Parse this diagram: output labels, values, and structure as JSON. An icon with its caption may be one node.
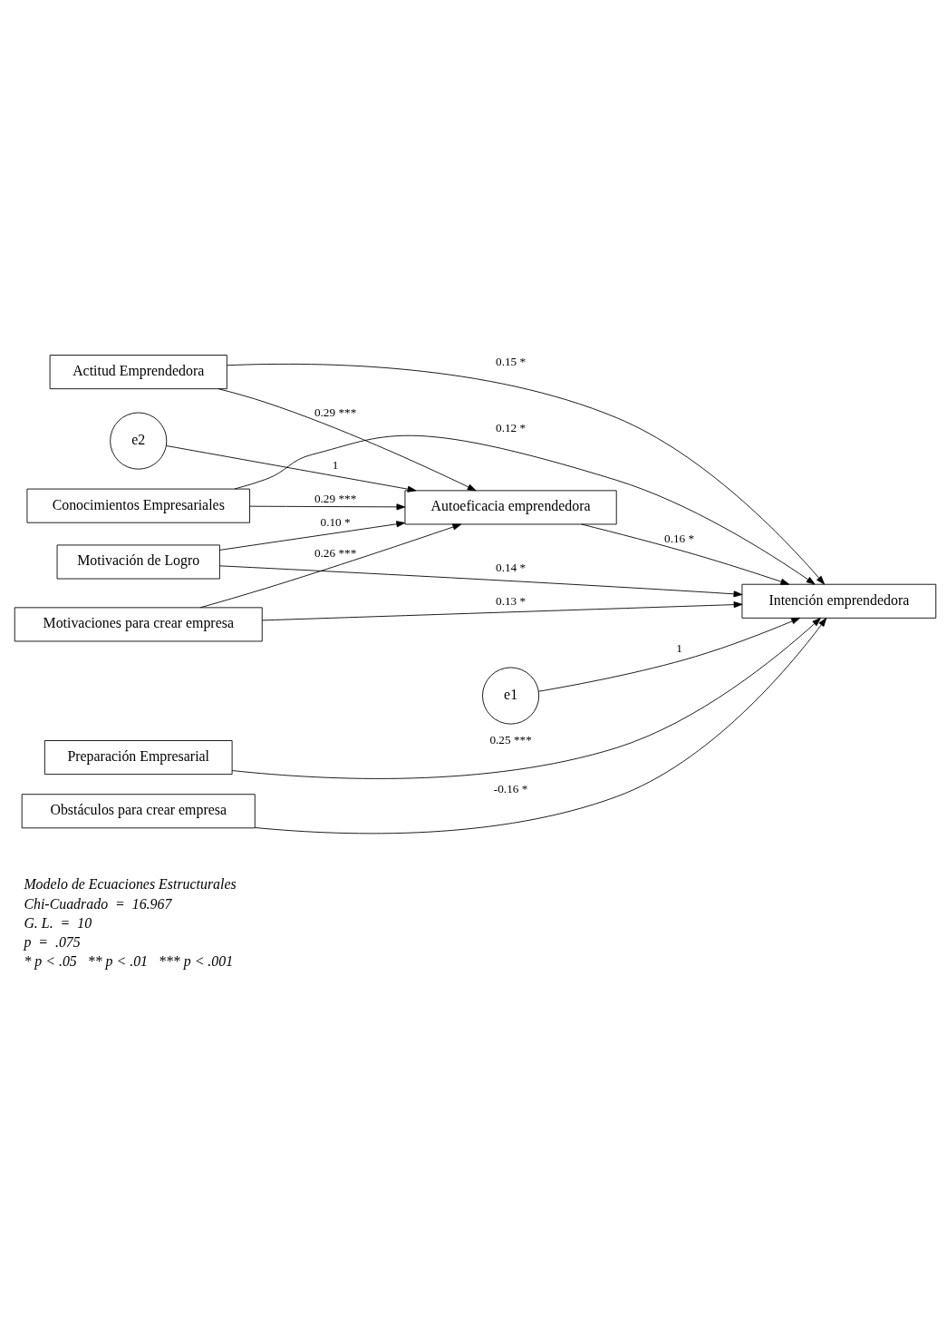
{
  "diagram": {
    "nodes": [
      {
        "text": [
          "e2"
        ]
      },
      {
        "text": [
          "Actitud Emprendedora"
        ]
      },
      {
        "text": [
          "Autoeficacia emprendedora"
        ]
      },
      {
        "text": [
          "Conocimientos Empresariales"
        ]
      },
      {
        "text": [
          "Motivaciones para crear empresa"
        ]
      },
      {
        "text": [
          "Motivación de Logro"
        ]
      },
      {
        "text": [
          "e1"
        ]
      },
      {
        "text": [
          "Intención emprendedora"
        ]
      },
      {
        "text": [
          "Preparación Empresarial"
        ]
      },
      {
        "text": [
          "Obstáculos para crear empresa"
        ]
      }
    ],
    "edges": [
      {
        "from": 0,
        "to": 2,
        "arrow": "to",
        "label": "1"
      },
      {
        "from": 1,
        "to": 2,
        "arrow": "to",
        "label": "0.29 ***"
      },
      {
        "from": 3,
        "to": 2,
        "arrow": "to",
        "label": "0.29 ***"
      },
      {
        "from": 4,
        "to": 2,
        "arrow": "to",
        "label": "0.26 ***"
      },
      {
        "from": 5,
        "to": 2,
        "arrow": "to",
        "label": "0.10 *"
      },
      {
        "from": 1,
        "to": 7,
        "arrow": "to",
        "label": "0.15 *"
      },
      {
        "from": 3,
        "to": 7,
        "arrow": "to",
        "label": "0.12 *"
      },
      {
        "from": 4,
        "to": 7,
        "arrow": "to",
        "label": "0.13 *"
      },
      {
        "from": 5,
        "to": 7,
        "arrow": "to",
        "label": "0.14 *"
      },
      {
        "from": 8,
        "to": 7,
        "arrow": "to",
        "label": "0.25 ***"
      },
      {
        "from": 9,
        "to": 7,
        "arrow": "to",
        "label": "-0.16 *"
      },
      {
        "from": 2,
        "to": 7,
        "arrow": "to",
        "label": "0.16 *"
      },
      {
        "from": 6,
        "to": 7,
        "arrow": "to",
        "label": "1"
      }
    ],
    "labels": [
      "Modelo de Ecuaciones Estructurales",
      "Chi-Cuadrado  =  16.967",
      "G. L.  =  10",
      "p  =  .075",
      "* p < .05   ** p < .01   *** p < .001"
    ]
  }
}
